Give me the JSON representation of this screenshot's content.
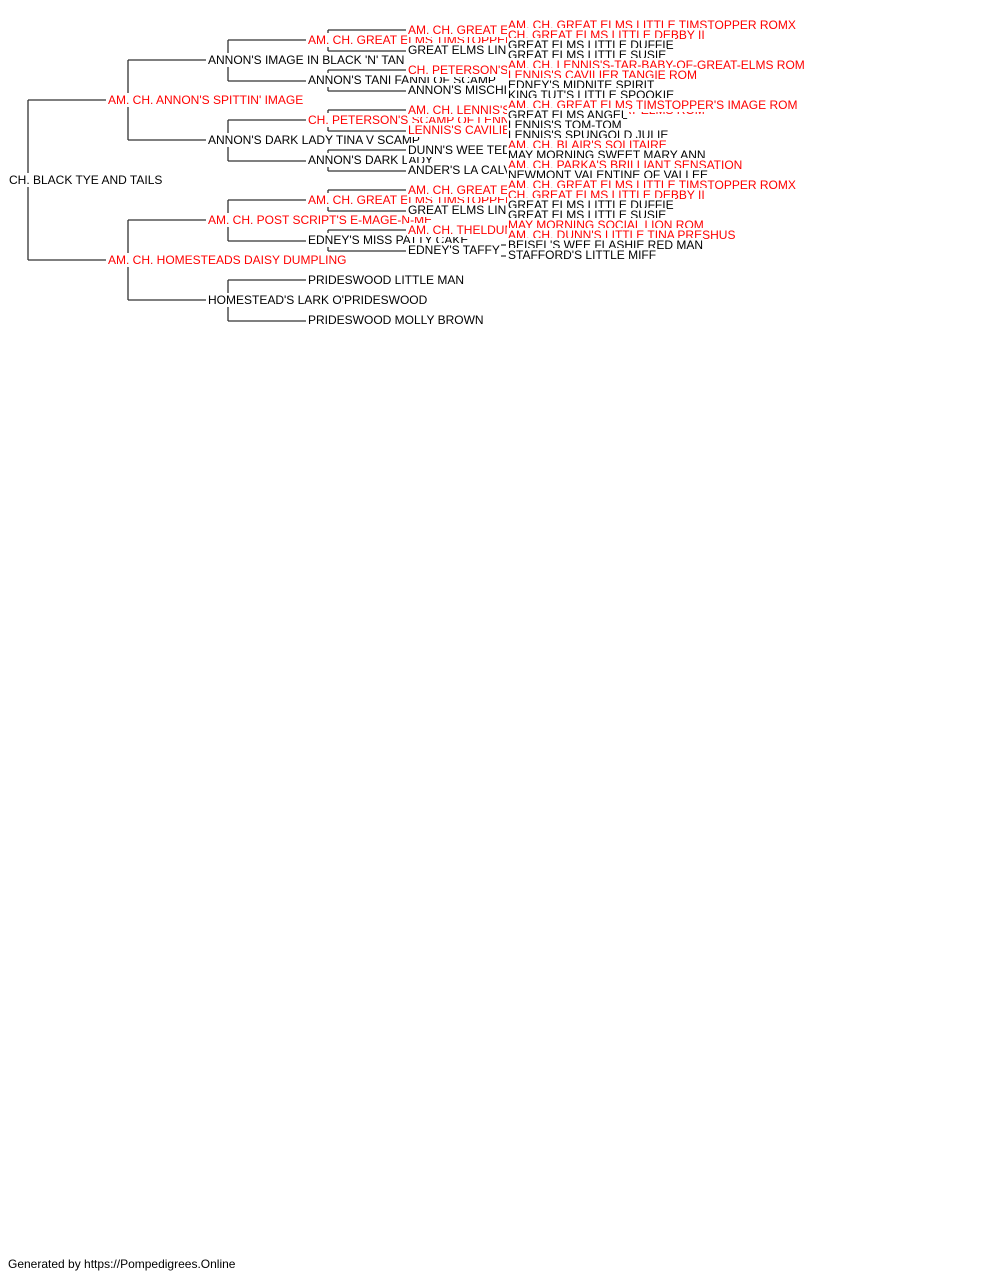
{
  "colors": {
    "champion": "#ff0000",
    "normal": "#000000",
    "line": "#333333"
  },
  "pedigree": {
    "name": "CH. BLACK TYE AND TAILS",
    "champion": false,
    "sire": {
      "name": "AM. CH. ANNON'S SPITTIN' IMAGE",
      "champion": true,
      "sire": {
        "name": "ANNON'S IMAGE IN BLACK 'N' TAN",
        "champion": false,
        "sire": {
          "name": "AM. CH. GREAT ELMS TIMSTOPPER'S IMAGE ROM",
          "champion": true,
          "sire": {
            "name": "AM. CH. GREAT ELMS TIMSTOPPER AGAIN ROMX",
            "champion": true,
            "sire": {
              "name": "AM. CH. GREAT ELMS LITTLE TIMSTOPPER ROMX",
              "champion": true
            },
            "dam": {
              "name": "CH. GREAT ELMS LITTLE DEBBY II",
              "champion": true
            }
          },
          "dam": {
            "name": "GREAT ELMS LINDA",
            "champion": false,
            "sire": {
              "name": "GREAT ELMS LITTLE DUFFIE",
              "champion": false
            },
            "dam": {
              "name": "GREAT ELMS LITTLE SUSIE",
              "champion": false
            }
          }
        },
        "dam": {
          "name": "ANNON'S TANI FANNI OF SCAMP",
          "champion": false,
          "sire": {
            "name": "CH. PETERSON'S SCAMP OF LENNIS ROM",
            "champion": true,
            "sire": {
              "name": "AM. CH. LENNIS'S-TAR-BABY-OF-GREAT-ELMS ROM",
              "champion": true
            },
            "dam": {
              "name": "LENNIS'S CAVILIER TANGIE ROM",
              "champion": true
            }
          },
          "dam": {
            "name": "ANNON'S MISCHIEF SPIRIT",
            "champion": false,
            "sire": {
              "name": "EDNEY'S MIDNITE SPIRIT",
              "champion": false
            },
            "dam": {
              "name": "KING TUT'S LITTLE SPOOKIE",
              "champion": false
            }
          }
        }
      },
      "dam": {
        "name": "ANNON'S DARK LADY TINA V SCAMP",
        "champion": false,
        "sire": {
          "name": "CH. PETERSON'S SCAMP OF LENNIS ROM",
          "champion": true,
          "sire": {
            "name": "AM. CH. LENNIS'S-TAR-BABY-OF-GREAT-ELMS ROM",
            "champion": true,
            "sire": {
              "name": "AM. CH. GREAT ELMS TIMSTOPPER'S IMAGE ROM",
              "champion": true
            },
            "dam": {
              "name": "GREAT ELMS ANGEL",
              "champion": false
            }
          },
          "dam": {
            "name": "LENNIS'S CAVILIER TANGIE ROM",
            "champion": true,
            "sire": {
              "name": "LENNIS'S TOM-TOM",
              "champion": false
            },
            "dam": {
              "name": "LENNIS'S SPUNGOLD JULIE",
              "champion": false
            }
          }
        },
        "dam": {
          "name": "ANNON'S DARK LADY",
          "champion": false,
          "sire": {
            "name": "DUNN'S WEE TEDDY GO GO",
            "champion": false,
            "sire": {
              "name": "AM. CH. BLAIR'S SOLITAIRE",
              "champion": true
            },
            "dam": {
              "name": "MAY MORNING SWEET MARY ANN",
              "champion": false
            }
          },
          "dam": {
            "name": "ANDER'S LA CALVADOS VALENTINA",
            "champion": false,
            "sire": {
              "name": "AM. CH. PARKA'S BRILLIANT SENSATION",
              "champion": true
            },
            "dam": {
              "name": "NEWMONT VALENTINE OF VALLEE",
              "champion": false
            }
          }
        }
      }
    },
    "dam": {
      "name": "AM. CH. HOMESTEADS DAISY DUMPLING",
      "champion": true,
      "sire": {
        "name": "AM. CH. POST SCRIPT'S E-MAGE-N-ME",
        "champion": true,
        "sire": {
          "name": "AM. CH. GREAT ELMS TIMSTOPPER'S IMAGE ROM",
          "champion": true,
          "sire": {
            "name": "AM. CH. GREAT ELMS TIMSTOPPER AGAIN ROMX",
            "champion": true,
            "sire": {
              "name": "AM. CH. GREAT ELMS LITTLE TIMSTOPPER ROMX",
              "champion": true
            },
            "dam": {
              "name": "CH. GREAT ELMS LITTLE DEBBY II",
              "champion": true
            }
          },
          "dam": {
            "name": "GREAT ELMS LINDA",
            "champion": false,
            "sire": {
              "name": "GREAT ELMS LITTLE DUFFIE",
              "champion": false
            },
            "dam": {
              "name": "GREAT ELMS LITTLE SUSIE",
              "champion": false
            }
          }
        },
        "dam": {
          "name": "EDNEY'S MISS PATTY CAKE",
          "champion": false,
          "sire": {
            "name": "AM. CH. THELDUN'S TIM DANDEE OF EDNEY",
            "champion": true,
            "sire": {
              "name": "MAY MORNING SOCIAL LION ROM",
              "champion": true
            },
            "dam": {
              "name": "AM. CH. DUNN'S LITTLE TINA PRESHUS",
              "champion": true
            }
          },
          "dam": {
            "name": "EDNEY'S TAFFY",
            "champion": false,
            "sire": {
              "name": "BEISEL'S WEE FLASHIE RED MAN",
              "champion": false
            },
            "dam": {
              "name": "STAFFORD'S LITTLE MIFF",
              "champion": false
            }
          }
        }
      },
      "dam": {
        "name": "HOMESTEAD'S LARK O'PRIDESWOOD",
        "champion": false,
        "sire": {
          "name": "PRIDESWOOD LITTLE MAN",
          "champion": false
        },
        "dam": {
          "name": "PRIDESWOOD MOLLY BROWN",
          "champion": false
        }
      }
    }
  },
  "footer": "Generated by https://Pompedigrees.Online"
}
